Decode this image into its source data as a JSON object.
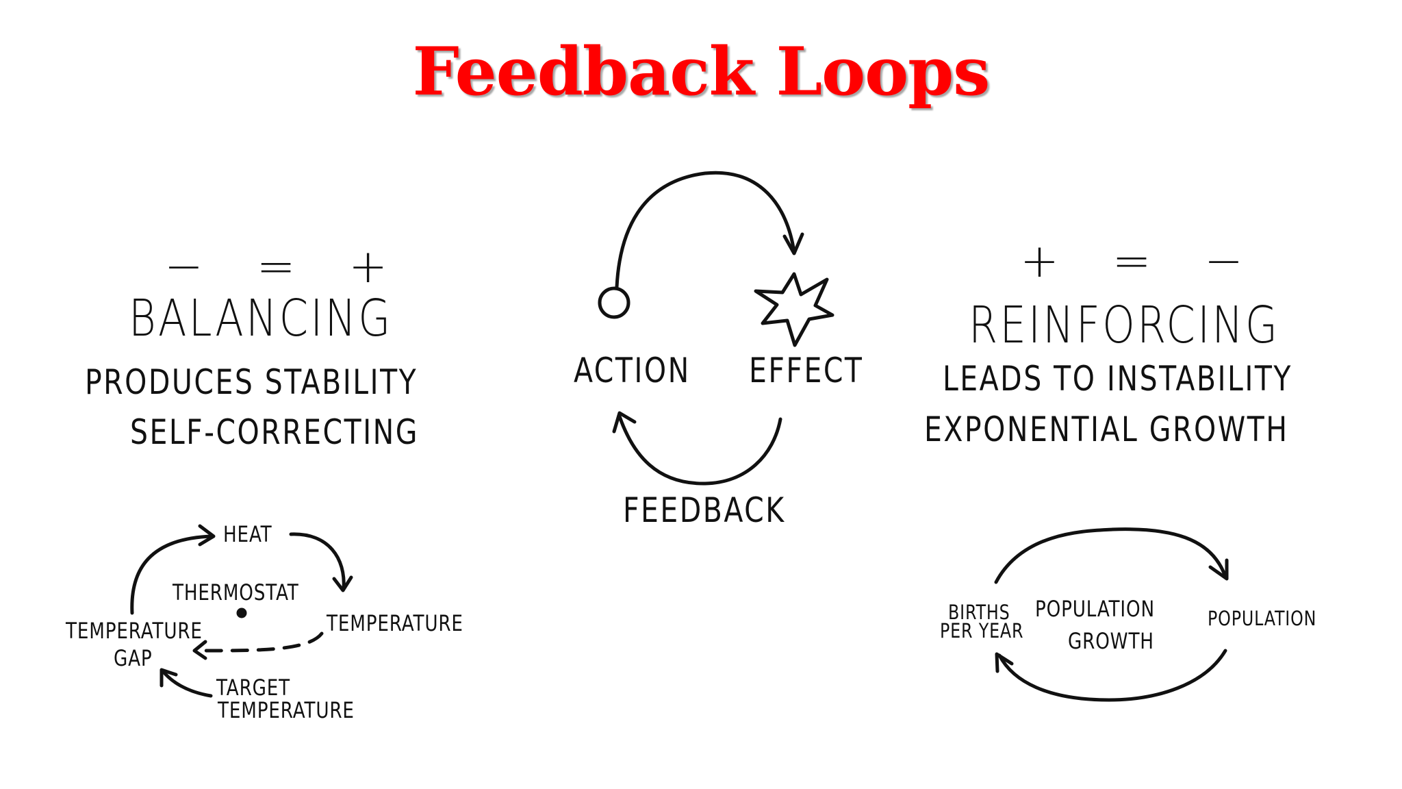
{
  "title": "Feedback Loops",
  "balancing": {
    "signs": "− = +",
    "heading": "BALANCING",
    "line1": "PRODUCES STABILITY",
    "line2": "SELF-CORRECTING",
    "example": {
      "heat": "HEAT",
      "center": "THERMOSTAT",
      "temperature": "TEMPERATURE",
      "gap_line1": "TEMPERATURE",
      "gap_line2": "GAP",
      "target_line1": "TARGET",
      "target_line2": "TEMPERATURE"
    }
  },
  "core_loop": {
    "action": "ACTION",
    "effect": "EFFECT",
    "feedback": "FEEDBACK"
  },
  "reinforcing": {
    "signs": "+ = −",
    "heading": "REINFORCING",
    "line1": "LEADS TO INSTABILITY",
    "line2": "EXPONENTIAL GROWTH",
    "example": {
      "births_line1": "BIRTHS",
      "births_line2": "PER YEAR",
      "center_line1": "POPULATION",
      "center_line2": "GROWTH",
      "population": "POPULATION"
    }
  },
  "colors": {
    "title": "#ff0000",
    "ink": "#111111",
    "background": "#ffffff"
  }
}
